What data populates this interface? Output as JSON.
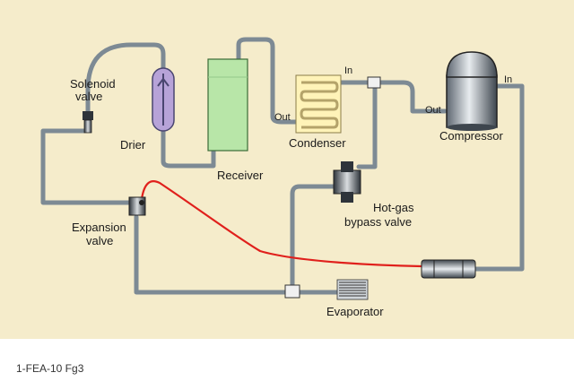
{
  "labels": {
    "solenoid_line1": "Solenoid",
    "solenoid_line2": "valve",
    "drier": "Drier",
    "receiver": "Receiver",
    "out_condenser": "Out",
    "in_condenser": "In",
    "condenser": "Condenser",
    "out_compressor": "Out",
    "in_compressor": "In",
    "compressor": "Compressor",
    "hotgas_line1": "Hot-gas",
    "hotgas_line2": "bypass valve",
    "expansion_line1": "Expansion",
    "expansion_line2": "valve",
    "evaporator": "Evaporator"
  },
  "caption": "1-FEA-10 Fg3",
  "colors": {
    "background": "#f5eccb",
    "pipe": "#7d8a94",
    "sensing_line": "#e0201c",
    "drier": "#b7a3d8",
    "receiver": "#b8e6a8",
    "condenser": "#fff3b8"
  }
}
